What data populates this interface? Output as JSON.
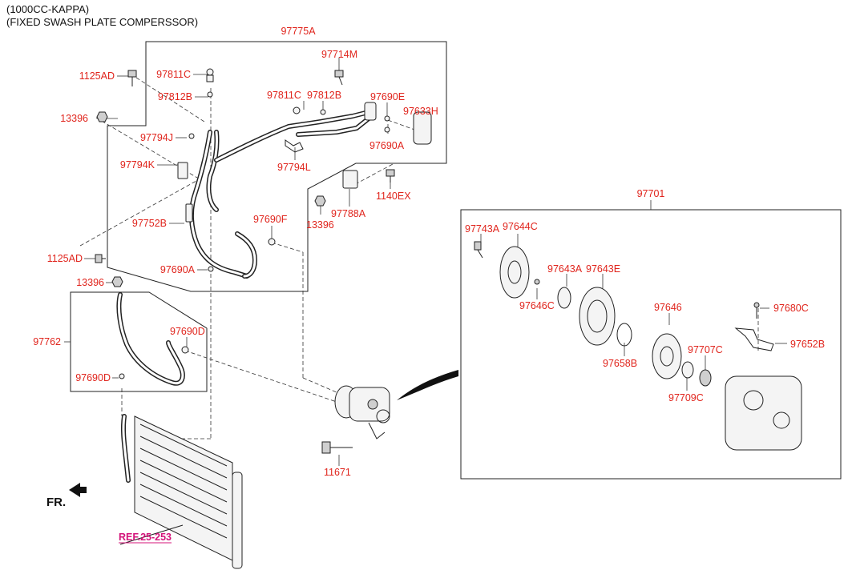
{
  "header": {
    "line1": "(1000CC-KAPPA)",
    "line2": "(FIXED SWASH PLATE COMPERSSOR)"
  },
  "labels": {
    "l97775A": "97775A",
    "l97714M": "97714M",
    "l1125AD_top": "1125AD",
    "l97811C_a": "97811C",
    "l97812B_a": "97812B",
    "l97811C_b": "97811C",
    "l97812B_b": "97812B",
    "l97690E": "97690E",
    "l97633H": "97633H",
    "l13396_a": "13396",
    "l97794J": "97794J",
    "l97690A_a": "97690A",
    "l97794K": "97794K",
    "l97794L": "97794L",
    "l1140EX": "1140EX",
    "l97788A": "97788A",
    "l97752B": "97752B",
    "l13396_b": "13396",
    "l97690F": "97690F",
    "l1125AD_mid": "1125AD",
    "l97690A_b": "97690A",
    "l13396_c": "13396",
    "l97762": "97762",
    "l97690D_a": "97690D",
    "l97690D_b": "97690D",
    "l11671": "11671",
    "l97701": "97701",
    "l97743A": "97743A",
    "l97644C": "97644C",
    "l97643A": "97643A",
    "l97643E": "97643E",
    "l97646C": "97646C",
    "l97646": "97646",
    "l97680C": "97680C",
    "l97652B": "97652B",
    "l97707C": "97707C",
    "l97658B": "97658B",
    "l97709C": "97709C",
    "fr": "FR.",
    "ref": "REF.25-253"
  },
  "colors": {
    "label": "#e0241c",
    "reference": "#d4147a",
    "line": "#222222"
  }
}
